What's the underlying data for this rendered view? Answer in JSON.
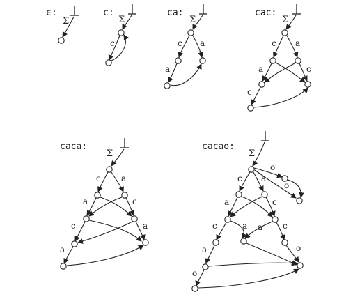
{
  "panels": [
    {
      "title": "ϵ:",
      "nodes": [
        {
          "id": "root",
          "role": "initial"
        }
      ],
      "edges": [
        {
          "from": "bot",
          "to": "root",
          "label": "Σ"
        }
      ]
    },
    {
      "title": "c:",
      "nodes": [
        {
          "id": "n0"
        },
        {
          "id": "n1"
        }
      ],
      "edges": [
        {
          "from": "bot",
          "to": "n0",
          "label": "Σ"
        },
        {
          "from": "n0",
          "to": "n1",
          "label": "c"
        },
        {
          "from": "n1",
          "to": "n0",
          "label": ""
        }
      ]
    },
    {
      "title": "ca:",
      "nodes": [
        {
          "id": "n0"
        },
        {
          "id": "n1"
        },
        {
          "id": "n2"
        },
        {
          "id": "n3"
        }
      ],
      "edges": [
        {
          "from": "bot",
          "to": "n0",
          "label": "Σ"
        },
        {
          "from": "n0",
          "to": "n1",
          "label": "c"
        },
        {
          "from": "n0",
          "to": "n2",
          "label": "a"
        },
        {
          "from": "n1",
          "to": "n3",
          "label": "a"
        }
      ]
    },
    {
      "title": "cac:",
      "nodes": [],
      "edges": [
        {
          "label": "Σ"
        },
        {
          "label": "c"
        },
        {
          "label": "a"
        },
        {
          "label": "a"
        },
        {
          "label": "c"
        },
        {
          "label": "c"
        }
      ]
    },
    {
      "title": "caca:",
      "nodes": [],
      "edges": [
        {
          "label": "Σ"
        },
        {
          "label": "c"
        },
        {
          "label": "a"
        },
        {
          "label": "a"
        },
        {
          "label": "c"
        },
        {
          "label": "c"
        },
        {
          "label": "a"
        },
        {
          "label": "a"
        }
      ]
    },
    {
      "title": "cacao:",
      "nodes": [],
      "edges": [
        {
          "label": "Σ"
        },
        {
          "label": "c"
        },
        {
          "label": "a"
        },
        {
          "label": "o"
        },
        {
          "label": "o"
        },
        {
          "label": "a"
        },
        {
          "label": "c"
        },
        {
          "label": "c"
        },
        {
          "label": "c"
        },
        {
          "label": "a"
        },
        {
          "label": "a"
        },
        {
          "label": "o"
        },
        {
          "label": "o"
        }
      ]
    }
  ],
  "symbols": {
    "bottom": "⊥",
    "sigma": "Σ"
  }
}
